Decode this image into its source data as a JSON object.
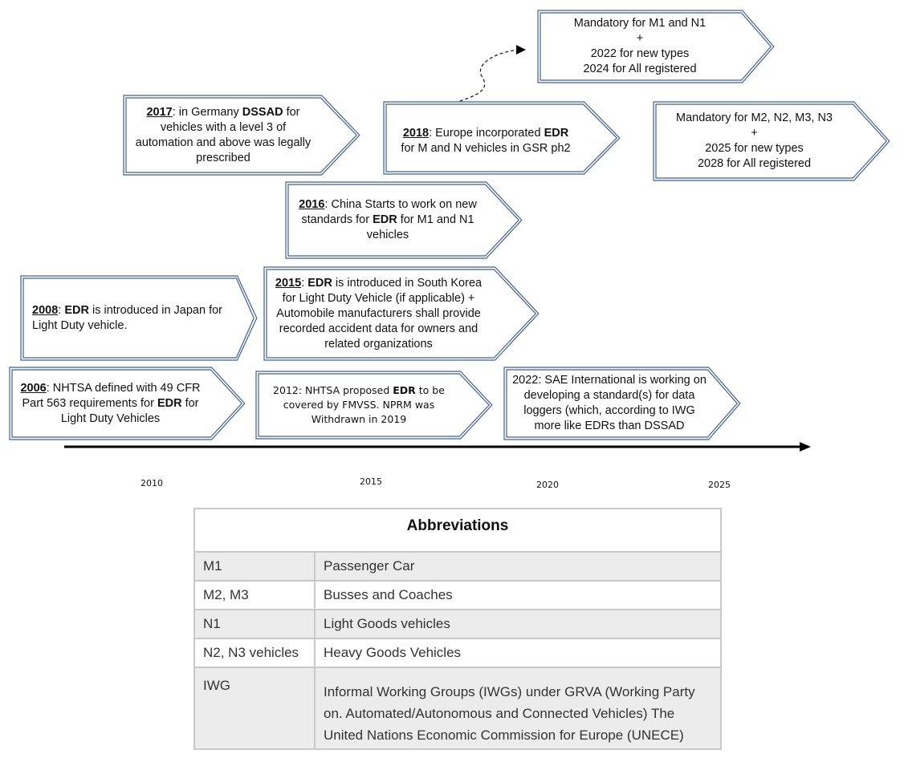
{
  "timeline": {
    "ticks": [
      "2010",
      "2015",
      "2020",
      "2025"
    ]
  },
  "events": {
    "e2006": {
      "year": "2006",
      "text": ": NHTSA defined with 49 CFR Part 563 requirements for ",
      "bold": "EDR",
      "tail": " for Light Duty Vehicles"
    },
    "e2008": {
      "year": "2008",
      "sep": ": ",
      "bold": "EDR",
      "text": " is introduced in Japan for Light Duty vehicle."
    },
    "e2012": {
      "pre": "2012: NHTSA proposed ",
      "bold": "EDR",
      "text": " to be covered by FMVSS. NPRM was Withdrawn in 2019"
    },
    "e2015": {
      "year": "2015",
      "sep": ": ",
      "bold": "EDR",
      "text": " is introduced in South Korea for Light Duty Vehicle (if applicable) + Automobile manufacturers shall provide recorded accident data for owners and related organizations"
    },
    "e2016": {
      "year": "2016",
      "text": ": China Starts to work on new standards for ",
      "bold": "EDR",
      "tail": " for M1 and N1 vehicles"
    },
    "e2017": {
      "year": "2017",
      "text": ": in Germany ",
      "bold": "DSSAD",
      "tail": " for vehicles with a level 3 of automation and above was legally prescribed"
    },
    "e2018": {
      "year": "2018",
      "text": ": Europe incorporated ",
      "bold": "EDR",
      "tail": " for M and N vehicles in GSR ph2"
    },
    "e2022": {
      "text": "2022: SAE International is working on developing a standard(s) for data loggers (which, according to IWG more like EDRs than DSSAD"
    },
    "m1n1": {
      "line1": "Mandatory for M1 and N1",
      "plus": "+",
      "line2": "2022 for new types",
      "line3": "2024 for All registered"
    },
    "m2n2": {
      "line1": "Mandatory for M2, N2, M3, N3",
      "plus": "+",
      "line2": "2025 for new types",
      "line3": "2028 for All registered"
    }
  },
  "abbreviations": {
    "title": "Abbreviations",
    "rows": [
      {
        "abbr": "M1",
        "meaning": "Passenger Car"
      },
      {
        "abbr": "M2, M3",
        "meaning": "Busses and Coaches"
      },
      {
        "abbr": "N1",
        "meaning": "Light Goods vehicles"
      },
      {
        "abbr": "N2, N3 vehicles",
        "meaning": "Heavy Goods Vehicles"
      },
      {
        "abbr": "IWG",
        "meaning": "Informal Working Groups (IWGs) under GRVA (Working Party on. Automated/Autonomous and Connected Vehicles) The United Nations Economic Commission for Europe (UNECE)"
      }
    ]
  },
  "colors": {
    "arrow_border": "#3f5f9a",
    "table_grey": "#ececec",
    "table_border": "#c9c9c9"
  }
}
